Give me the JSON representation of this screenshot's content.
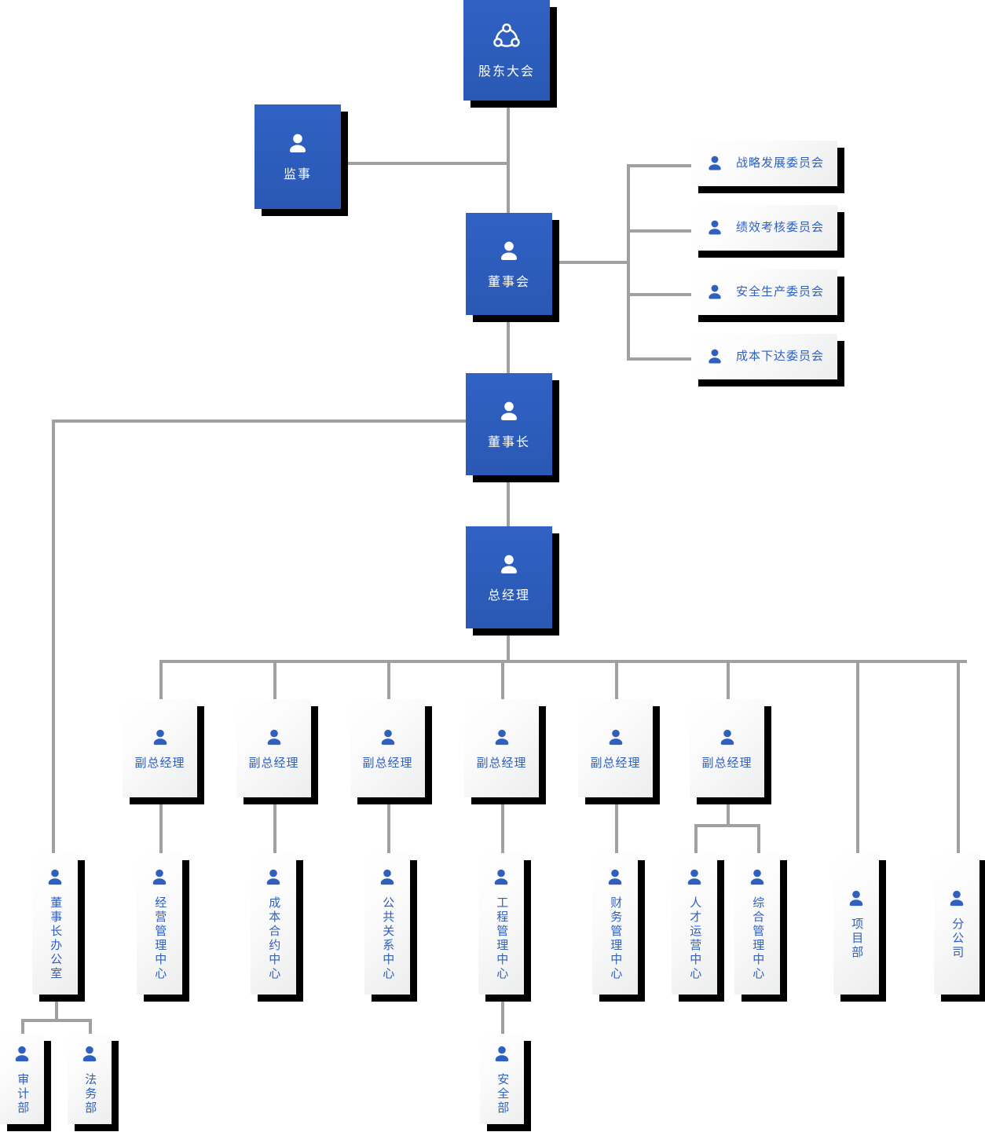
{
  "meta": {
    "title": "组织架构图",
    "colors": {
      "node_blue": "#2f5fbf",
      "node_light": "#f2f3f3",
      "label_blue": "#2f5fbf",
      "label_white": "#ffffff",
      "connector": "#a0a0a0",
      "shadow": "#000000"
    }
  },
  "nodes": {
    "shareholders": {
      "label": "股东大会",
      "icon": "share-network-icon",
      "style": "blue"
    },
    "supervisor": {
      "label": "监事",
      "icon": "person-icon",
      "style": "blue"
    },
    "board": {
      "label": "董事会",
      "icon": "person-icon",
      "style": "blue"
    },
    "chairman": {
      "label": "董事长",
      "icon": "person-icon",
      "style": "blue"
    },
    "gm": {
      "label": "总经理",
      "icon": "person-icon",
      "style": "blue"
    }
  },
  "committees": [
    {
      "label": "战略发展委员会",
      "icon": "person-icon",
      "style": "light"
    },
    {
      "label": "绩效考核委员会",
      "icon": "person-icon",
      "style": "light"
    },
    {
      "label": "安全生产委员会",
      "icon": "person-icon",
      "style": "light"
    },
    {
      "label": "成本下达委员会",
      "icon": "person-icon",
      "style": "light"
    }
  ],
  "vice_gms": [
    {
      "label": "副总经理",
      "icon": "person-icon",
      "style": "light"
    },
    {
      "label": "副总经理",
      "icon": "person-icon",
      "style": "light"
    },
    {
      "label": "副总经理",
      "icon": "person-icon",
      "style": "light"
    },
    {
      "label": "副总经理",
      "icon": "person-icon",
      "style": "light"
    },
    {
      "label": "副总经理",
      "icon": "person-icon",
      "style": "light"
    },
    {
      "label": "副总经理",
      "icon": "person-icon",
      "style": "light"
    }
  ],
  "departments": [
    {
      "label": "董事长办公室",
      "icon": "person-icon",
      "style": "light"
    },
    {
      "label": "经营管理中心",
      "icon": "person-icon",
      "style": "light"
    },
    {
      "label": "成本合约中心",
      "icon": "person-icon",
      "style": "light"
    },
    {
      "label": "公共关系中心",
      "icon": "person-icon",
      "style": "light"
    },
    {
      "label": "工程管理中心",
      "icon": "person-icon",
      "style": "light"
    },
    {
      "label": "财务管理中心",
      "icon": "person-icon",
      "style": "light"
    },
    {
      "label": "人才运营中心",
      "icon": "person-icon",
      "style": "light"
    },
    {
      "label": "综合管理中心",
      "icon": "person-icon",
      "style": "light"
    },
    {
      "label": "项目部",
      "icon": "person-icon",
      "style": "light"
    },
    {
      "label": "分公司",
      "icon": "person-icon",
      "style": "light"
    }
  ],
  "sub_departments": [
    {
      "label": "审计部",
      "icon": "person-icon",
      "style": "light"
    },
    {
      "label": "法务部",
      "icon": "person-icon",
      "style": "light"
    },
    {
      "label": "安全部",
      "icon": "person-icon",
      "style": "light"
    }
  ]
}
